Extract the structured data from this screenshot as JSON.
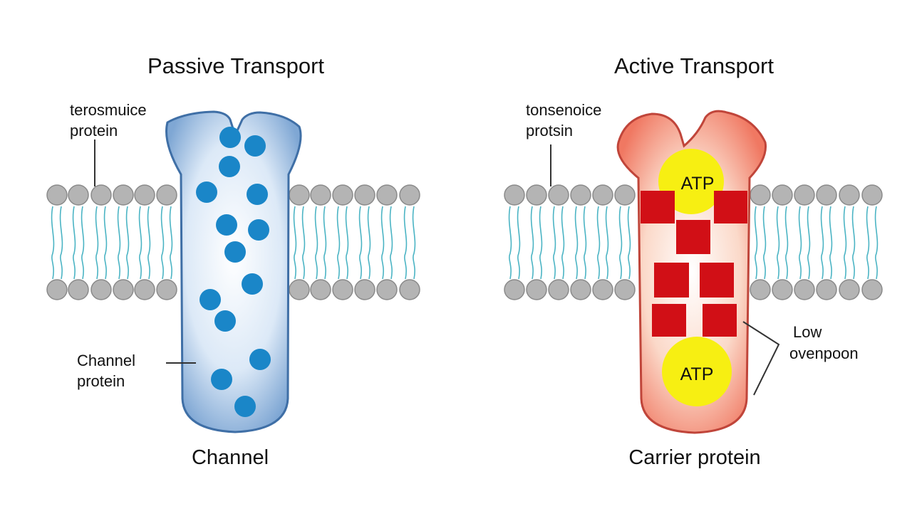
{
  "colors": {
    "background": "#ffffff",
    "head": "#b4b4b4",
    "head_stroke": "#8a8a8a",
    "tail": "#4bb4c4",
    "channel_fill": "#cfe3f6",
    "channel_stroke": "#3f6fa6",
    "solute": "#1a86c8",
    "carrier_fill": "#f8c8b4",
    "carrier_stroke": "#c0453a",
    "atp": "#f7ef12",
    "square": "#d10f16",
    "line": "#333333"
  },
  "passive": {
    "title": "Passive Transport",
    "top_label": [
      "terosmuice",
      "protein"
    ],
    "channel_label": [
      "Channel",
      "protein"
    ],
    "caption": "Channel"
  },
  "active": {
    "title": "Active Transport",
    "top_label": [
      "tonsenoice",
      "protsin"
    ],
    "atp_top": "ATP",
    "atp_bottom": "ATP",
    "low_label": [
      "Low",
      "ovenpoon"
    ],
    "caption": "Carrier protein"
  }
}
